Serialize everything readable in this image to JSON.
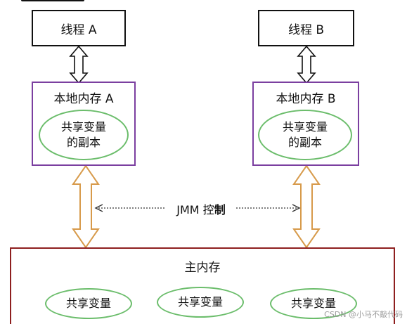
{
  "thread_a": {
    "label": "线程 A"
  },
  "thread_b": {
    "label": "线程 B"
  },
  "local_a": {
    "title": "本地内存 A",
    "copy_label": "共享变量\n的副本"
  },
  "local_b": {
    "title": "本地内存 B",
    "copy_label": "共享变量\n的副本"
  },
  "jmm": {
    "label_prefix": "JMM 控",
    "label_bold": "制"
  },
  "main_memory": {
    "title": "主内存",
    "variables": [
      "共享变量",
      "共享变量",
      "共享变量"
    ]
  },
  "watermark": "CSDN @小马不敲代码",
  "colors": {
    "thread_border": "#111111",
    "local_border": "#7b3fa0",
    "main_border": "#8e1f1f",
    "ellipse_border": "#6bbd6b",
    "big_arrow": "#d79a4a"
  }
}
